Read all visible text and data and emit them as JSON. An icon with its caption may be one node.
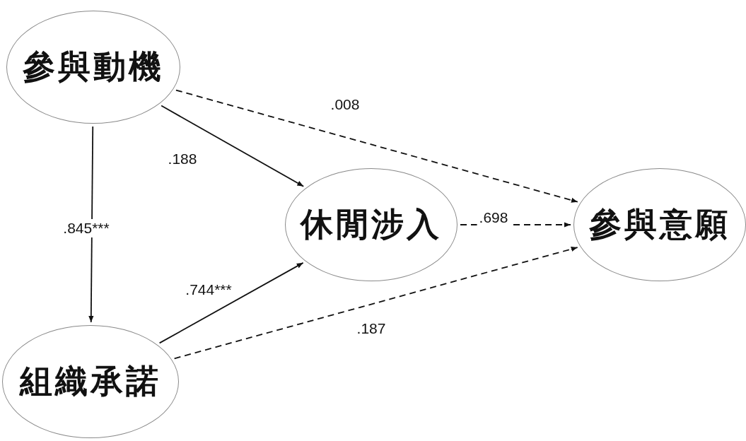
{
  "diagram": {
    "nodes": [
      {
        "text": [
          "參與動機"
        ]
      },
      {
        "text": [
          "休閒涉入"
        ]
      },
      {
        "text": [
          "參與意願"
        ]
      },
      {
        "text": [
          "組織承諾"
        ]
      }
    ],
    "edges": [
      {
        "from": 0,
        "to": 2,
        "arrow": "to",
        "label": ".008",
        "style": "dashed"
      },
      {
        "from": 0,
        "to": 1,
        "arrow": "to",
        "label": ".188"
      },
      {
        "from": 0,
        "to": 3,
        "arrow": "to",
        "label": ".845***"
      },
      {
        "from": 1,
        "to": 2,
        "arrow": "to",
        "label": ".698",
        "style": "dashed"
      },
      {
        "from": 3,
        "to": 1,
        "arrow": "to",
        "label": ".744***"
      },
      {
        "from": 3,
        "to": 2,
        "arrow": "to",
        "label": ".187",
        "style": "dashed"
      }
    ]
  }
}
